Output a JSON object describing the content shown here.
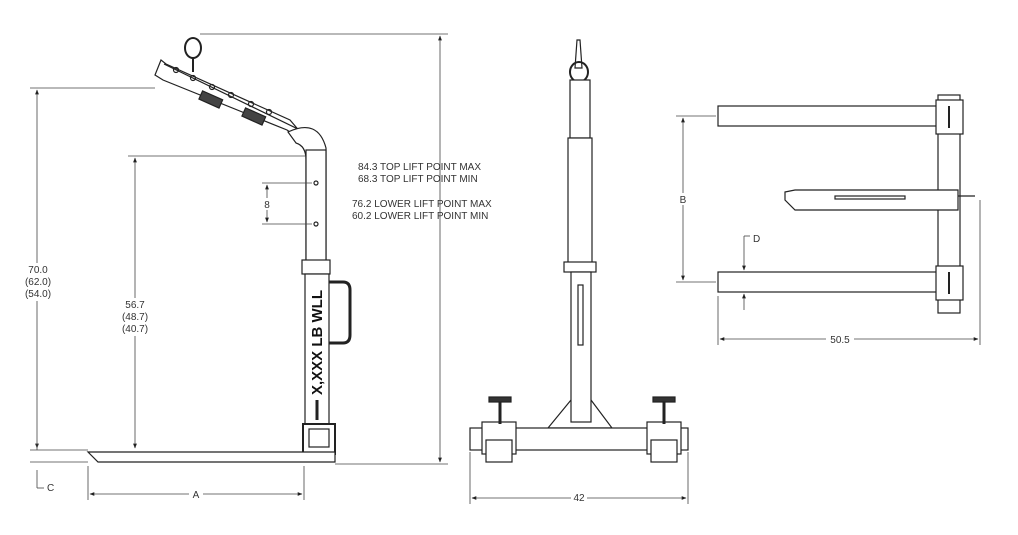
{
  "side_view": {
    "overall_height": [
      "70.0",
      "(62.0)",
      "(54.0)"
    ],
    "fork_height": [
      "56.7",
      "(48.7)",
      "(40.7)"
    ],
    "hole_spacing": "8",
    "dim_c": "C",
    "dim_a": "A",
    "top_lift": [
      "84.3 TOP LIFT POINT MAX",
      "68.3 TOP LIFT POINT MIN"
    ],
    "lower_lift": [
      "76.2 LOWER LIFT POINT MAX",
      "60.2 LOWER LIFT POINT MIN"
    ],
    "wll_text": "X,XXX LB WLL"
  },
  "front_view": {
    "width": "42"
  },
  "top_view": {
    "dim_b": "B",
    "dim_d": "D",
    "width": "50.5"
  }
}
